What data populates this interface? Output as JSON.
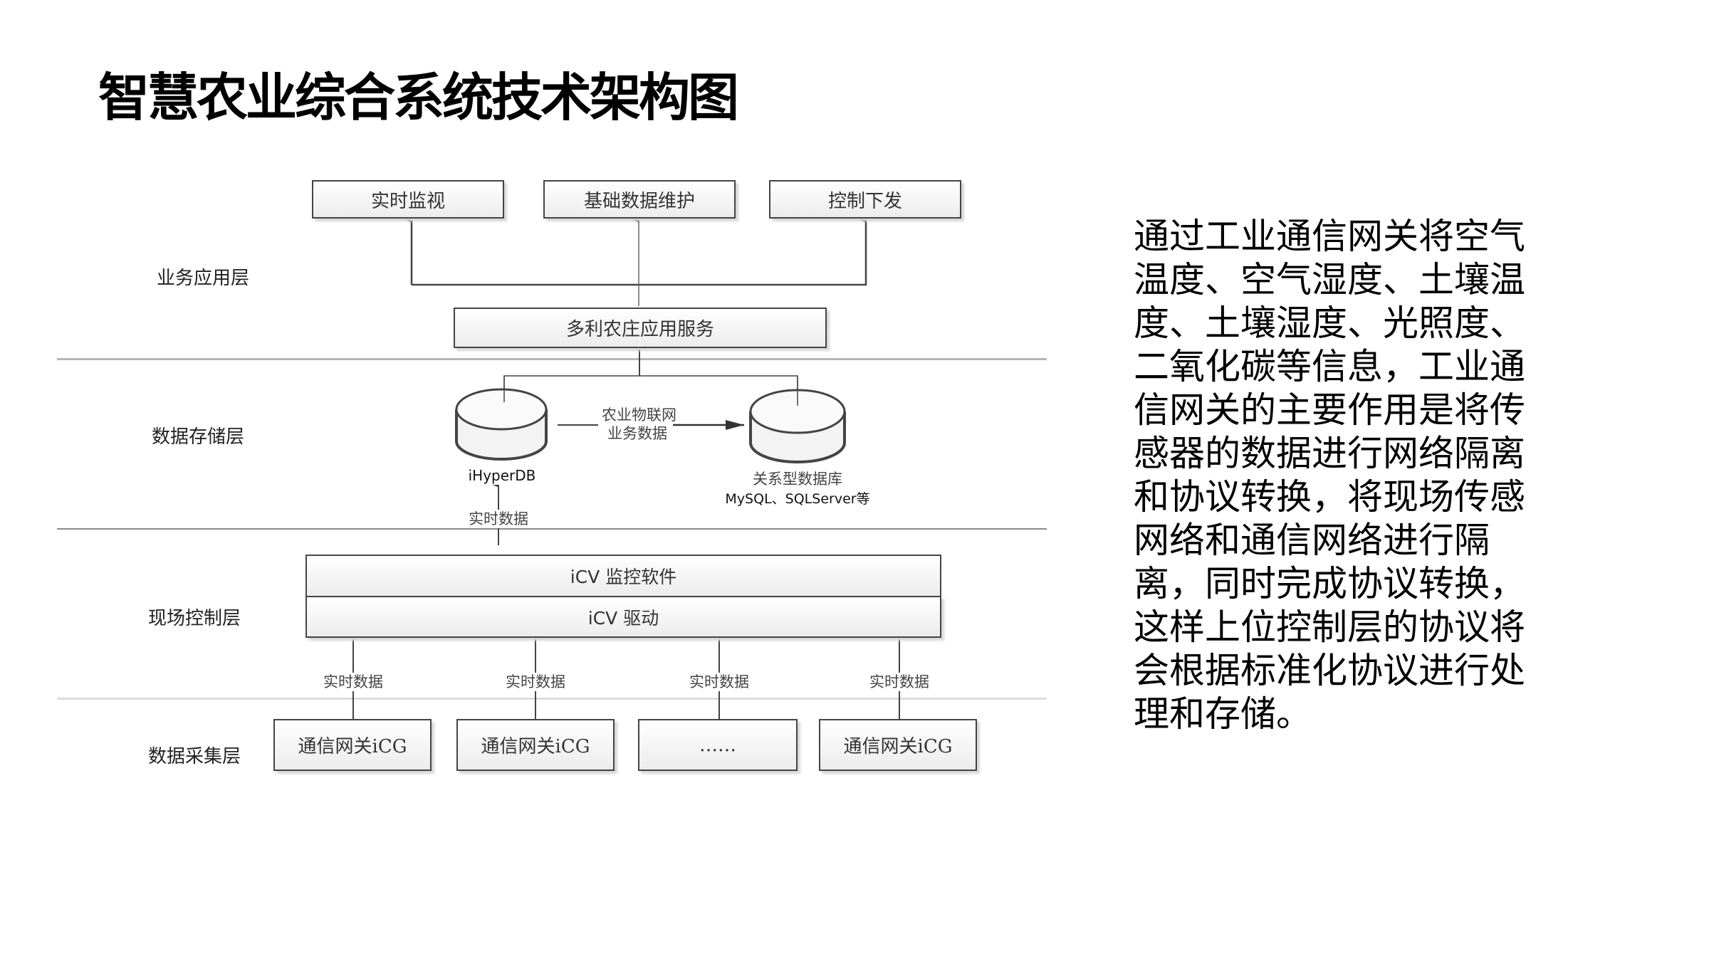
{
  "title": "智慧农业综合系统技术架构图",
  "description": "通过工业通信网关将空气温度、空气湿度、土壤温度、土壤湿度、光照度、二氧化碳等信息，工业通信网关的主要作用是将传感器的数据进行网络隔离和协议转换，将现场传感网络和通信网络进行隔离，同时完成协议转换，这样上位控制层的协议将会根据标准化协议进行处理和存储。",
  "diagram": {
    "layers": [
      {
        "label": "业务应用层"
      },
      {
        "label": "数据存储层"
      },
      {
        "label": "现场控制层"
      },
      {
        "label": "数据采集层"
      }
    ],
    "applications": [
      {
        "label": "实时监视"
      },
      {
        "label": "基础数据维护"
      },
      {
        "label": "控制下发"
      }
    ],
    "app_service": "多利农庄应用服务",
    "databases": {
      "realtime": {
        "label": "iHyperDB"
      },
      "relational": {
        "label_line1": "关系型数据库",
        "label_line2": "MySQL、SQLServer等"
      }
    },
    "db_link_label": {
      "line1": "农业物联网",
      "line2": "业务数据"
    },
    "control": {
      "upper": "iCV 监控软件",
      "lower": "iCV 驱动"
    },
    "flow_label": "实时数据",
    "gateways": [
      {
        "label": "通信网关iCG"
      },
      {
        "label": "通信网关iCG"
      },
      {
        "label": "……"
      },
      {
        "label": "通信网关iCG"
      }
    ]
  }
}
